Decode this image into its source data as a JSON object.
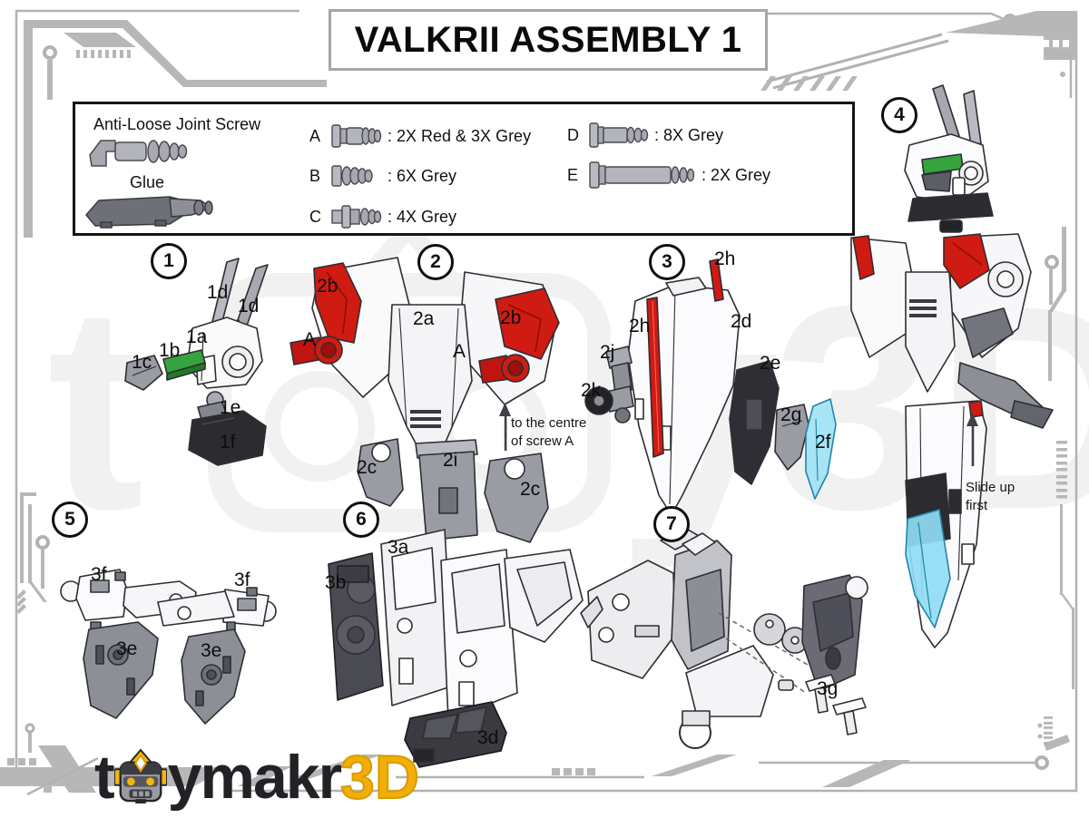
{
  "title": "VALKRII ASSEMBLY 1",
  "legend": {
    "title": "Anti-Loose Joint Screw",
    "glue_label": "Glue",
    "screws": [
      {
        "id": "A",
        "qty": ": 2X Red & 3X Grey"
      },
      {
        "id": "B",
        "qty": ": 6X Grey"
      },
      {
        "id": "C",
        "qty": ": 4X Grey"
      },
      {
        "id": "D",
        "qty": ": 8X Grey"
      },
      {
        "id": "E",
        "qty": ": 2X Grey"
      }
    ]
  },
  "steps": [
    {
      "number": "1"
    },
    {
      "number": "2"
    },
    {
      "number": "3"
    },
    {
      "number": "4"
    },
    {
      "number": "5"
    },
    {
      "number": "6"
    },
    {
      "number": "7"
    }
  ],
  "part_labels": [
    "1d",
    "1d",
    "1a",
    "1b",
    "1c",
    "1e",
    "1f",
    "2b",
    "2a",
    "2b",
    "A",
    "A",
    "2c",
    "2i",
    "2c",
    "2h",
    "2h",
    "2d",
    "2j",
    "2k",
    "2e",
    "2g",
    "2f",
    "3f",
    "3f",
    "3e",
    "3e",
    "3a",
    "3b",
    "3d",
    "3g"
  ],
  "annotations": {
    "screw_a_note": "to the centre\nof screw A",
    "slide_note": "Slide up\nfirst"
  },
  "logo": {
    "t": "t",
    "rest": "ymakr",
    "suffix": "3D"
  },
  "watermark": {
    "t": "t",
    "y": "y",
    "suffix": "3D"
  },
  "colors": {
    "accent_red": "#d01b12",
    "accent_green": "#35a43c",
    "accent_cyan": "#8fdcf5",
    "logo_yellow": "#f2ae08",
    "frame_grey": "#b7b7b7",
    "part_black": "#2b2b30",
    "part_grey": "#9a9ca4"
  }
}
